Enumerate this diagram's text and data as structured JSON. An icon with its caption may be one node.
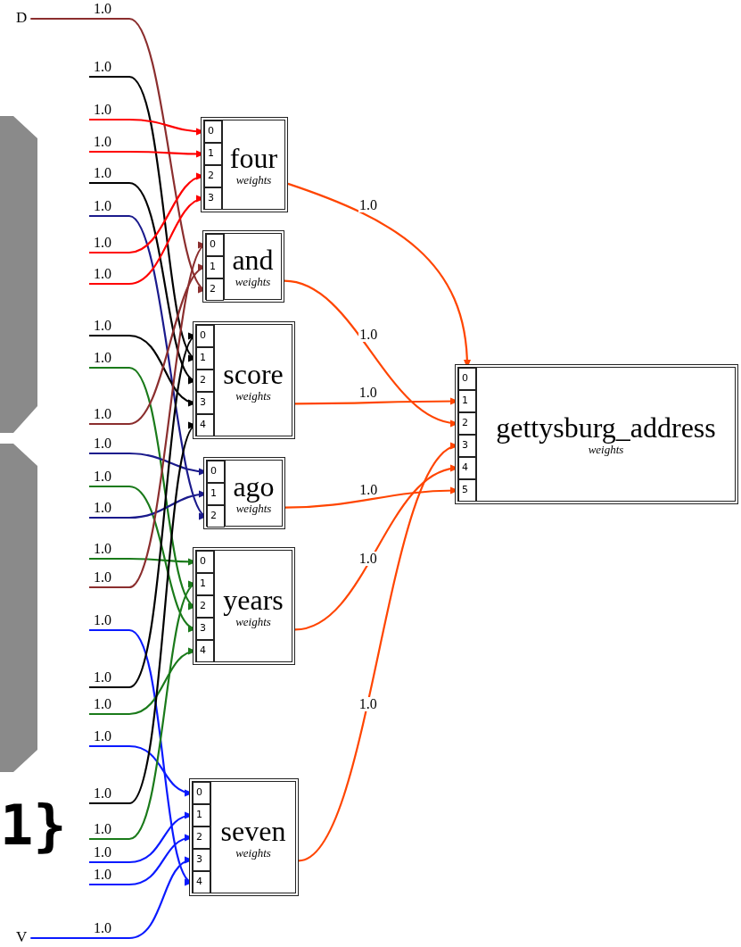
{
  "diagram": {
    "nodes": [
      {
        "text": [
          "D"
        ]
      },
      {
        "text": [
          "four",
          "weights"
        ]
      },
      {
        "text": [
          "0"
        ],
        "in": 1
      },
      {
        "text": [
          "1"
        ],
        "in": 1
      },
      {
        "text": [
          "2"
        ],
        "in": 1
      },
      {
        "text": [
          "3"
        ],
        "in": 1
      },
      {
        "text": [
          "and",
          "weights"
        ]
      },
      {
        "text": [
          "0"
        ],
        "in": 6
      },
      {
        "text": [
          "1"
        ],
        "in": 6
      },
      {
        "text": [
          "2"
        ],
        "in": 6
      },
      {
        "text": [
          "score",
          "weights"
        ]
      },
      {
        "text": [
          "0"
        ],
        "in": 10
      },
      {
        "text": [
          "1"
        ],
        "in": 10
      },
      {
        "text": [
          "2"
        ],
        "in": 10
      },
      {
        "text": [
          "3"
        ],
        "in": 10
      },
      {
        "text": [
          "4"
        ],
        "in": 10
      },
      {
        "text": [
          "ago",
          "weights"
        ]
      },
      {
        "text": [
          "0"
        ],
        "in": 16
      },
      {
        "text": [
          "1"
        ],
        "in": 16
      },
      {
        "text": [
          "2"
        ],
        "in": 16
      },
      {
        "text": [
          "years",
          "weights"
        ]
      },
      {
        "text": [
          "0"
        ],
        "in": 20
      },
      {
        "text": [
          "1"
        ],
        "in": 20
      },
      {
        "text": [
          "2"
        ],
        "in": 20
      },
      {
        "text": [
          "3"
        ],
        "in": 20
      },
      {
        "text": [
          "4"
        ],
        "in": 20
      },
      {
        "text": [
          "seven",
          "weights"
        ]
      },
      {
        "text": [
          "0"
        ],
        "in": 26
      },
      {
        "text": [
          "1"
        ],
        "in": 26
      },
      {
        "text": [
          "2"
        ],
        "in": 26
      },
      {
        "text": [
          "3"
        ],
        "in": 26
      },
      {
        "text": [
          "4"
        ],
        "in": 26
      },
      {
        "text": [
          "gettysburg_address",
          "weights"
        ]
      },
      {
        "text": [
          "0"
        ],
        "in": 32
      },
      {
        "text": [
          "1"
        ],
        "in": 32
      },
      {
        "text": [
          "2"
        ],
        "in": 32
      },
      {
        "text": [
          "3"
        ],
        "in": 32
      },
      {
        "text": [
          "4"
        ],
        "in": 32
      },
      {
        "text": [
          "5"
        ],
        "in": 32
      },
      {
        "text": [
          "V"
        ]
      }
    ],
    "edges": [
      {
        "from": 0,
        "to": 9,
        "arrow": "to",
        "label": "1.0",
        "color": "#8b2e2e"
      },
      {
        "from": null,
        "to": 12,
        "arrow": "to",
        "label": "1.0",
        "color": "#000000"
      },
      {
        "from": null,
        "to": 2,
        "arrow": "to",
        "label": "1.0",
        "color": "#ff0000"
      },
      {
        "from": null,
        "to": 3,
        "arrow": "to",
        "label": "1.0",
        "color": "#ff0000"
      },
      {
        "from": null,
        "to": 13,
        "arrow": "to",
        "label": "1.0",
        "color": "#000000"
      },
      {
        "from": null,
        "to": 19,
        "arrow": "to",
        "label": "1.0",
        "color": "#1a1a8c"
      },
      {
        "from": null,
        "to": 4,
        "arrow": "to",
        "label": "1.0",
        "color": "#ff0000"
      },
      {
        "from": null,
        "to": 5,
        "arrow": "to",
        "label": "1.0",
        "color": "#ff0000"
      },
      {
        "from": null,
        "to": 14,
        "arrow": "to",
        "label": "1.0",
        "color": "#000000"
      },
      {
        "from": null,
        "to": 23,
        "arrow": "to",
        "label": "1.0",
        "color": "#1a7a1a"
      },
      {
        "from": null,
        "to": 8,
        "arrow": "to",
        "label": "1.0",
        "color": "#8b2e2e"
      },
      {
        "from": null,
        "to": 17,
        "arrow": "to",
        "label": "1.0",
        "color": "#1a1a8c"
      },
      {
        "from": null,
        "to": 24,
        "arrow": "to",
        "label": "1.0",
        "color": "#1a7a1a"
      },
      {
        "from": null,
        "to": 18,
        "arrow": "to",
        "label": "1.0",
        "color": "#1a1a8c"
      },
      {
        "from": null,
        "to": 21,
        "arrow": "to",
        "label": "1.0",
        "color": "#1a7a1a"
      },
      {
        "from": null,
        "to": 7,
        "arrow": "to",
        "label": "1.0",
        "color": "#8b2e2e"
      },
      {
        "from": null,
        "to": 31,
        "arrow": "to",
        "label": "1.0",
        "color": "#0a1aff"
      },
      {
        "from": null,
        "to": 11,
        "arrow": "to",
        "label": "1.0",
        "color": "#000000"
      },
      {
        "from": null,
        "to": 25,
        "arrow": "to",
        "label": "1.0",
        "color": "#1a7a1a"
      },
      {
        "from": null,
        "to": 27,
        "arrow": "to",
        "label": "1.0",
        "color": "#0a1aff"
      },
      {
        "from": null,
        "to": 15,
        "arrow": "to",
        "label": "1.0",
        "color": "#000000"
      },
      {
        "from": null,
        "to": 22,
        "arrow": "to",
        "label": "1.0",
        "color": "#1a7a1a"
      },
      {
        "from": null,
        "to": 28,
        "arrow": "to",
        "label": "1.0",
        "color": "#0a1aff"
      },
      {
        "from": null,
        "to": 29,
        "arrow": "to",
        "label": "1.0",
        "color": "#0a1aff"
      },
      {
        "from": 39,
        "to": 30,
        "arrow": "to",
        "label": "1.0",
        "color": "#0a1aff"
      },
      {
        "from": 1,
        "to": 33,
        "arrow": "to",
        "label": "1.0",
        "color": "#ff4500"
      },
      {
        "from": 6,
        "to": 35,
        "arrow": "to",
        "label": "1.0",
        "color": "#ff4500"
      },
      {
        "from": 10,
        "to": 34,
        "arrow": "to",
        "label": "1.0",
        "color": "#ff4500"
      },
      {
        "from": 16,
        "to": 38,
        "arrow": "to",
        "label": "1.0",
        "color": "#ff4500"
      },
      {
        "from": 20,
        "to": 37,
        "arrow": "to",
        "label": "1.0",
        "color": "#ff4500"
      },
      {
        "from": 26,
        "to": 36,
        "arrow": "to",
        "label": "1.0",
        "color": "#ff4500"
      }
    ],
    "labels": [
      "1}"
    ]
  }
}
